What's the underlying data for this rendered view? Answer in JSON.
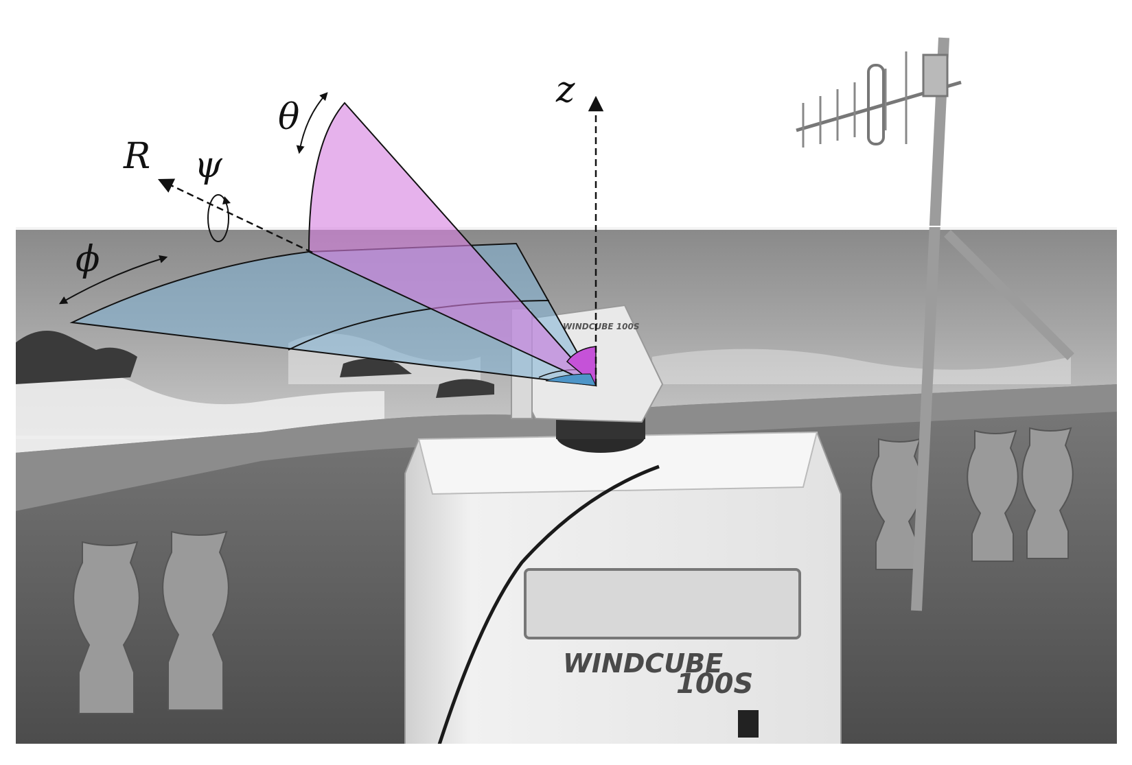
{
  "labels": {
    "z_axis": "z",
    "r_axis": "R",
    "theta": "θ",
    "psi": "ψ",
    "phi": "ϕ"
  },
  "device": {
    "brand_main": "WINDCUBE",
    "brand_model": "100S",
    "head_label": "WINDCUBE 100S"
  },
  "colors": {
    "vertical_sector": "#d57ee0",
    "horizontal_sector": "#7fb3d6",
    "axis": "#111111"
  }
}
